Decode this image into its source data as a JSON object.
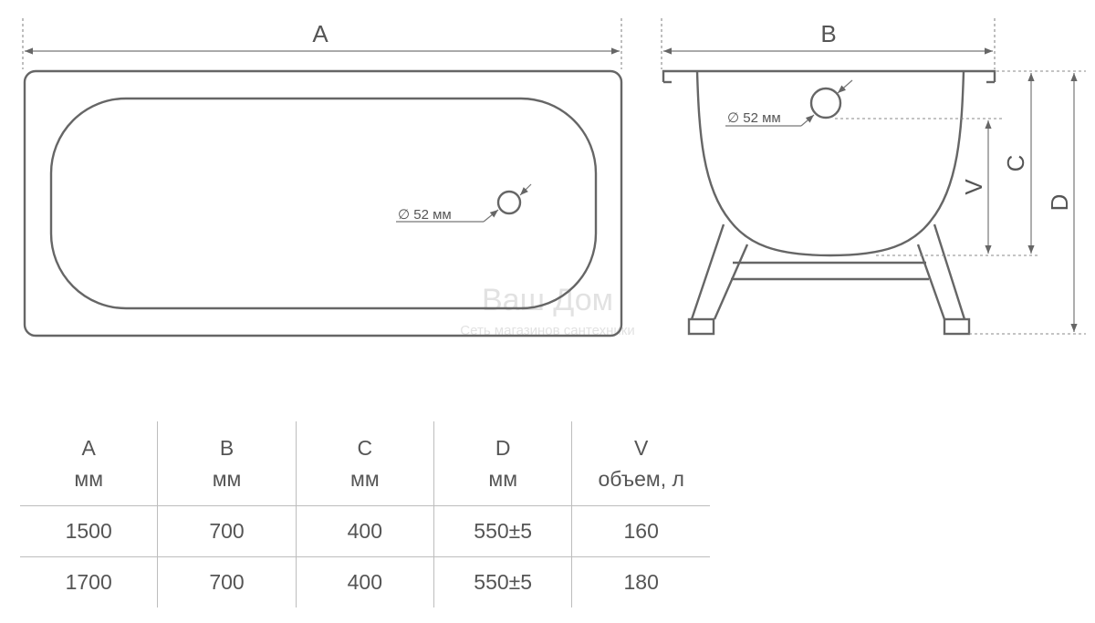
{
  "drawing": {
    "top_view": {
      "length_label": "A",
      "drain_label": "∅ 52 мм"
    },
    "side_view": {
      "width_label": "B",
      "drain_label": "∅ 52 мм",
      "dimension_labels": {
        "c": "C",
        "d": "D",
        "v": "V"
      }
    },
    "watermark": {
      "title": "Ваш Дом",
      "subtitle": "Сеть магазинов сантехники"
    }
  },
  "table": {
    "headers": [
      {
        "symbol": "A",
        "unit": "мм"
      },
      {
        "symbol": "B",
        "unit": "мм"
      },
      {
        "symbol": "C",
        "unit": "мм"
      },
      {
        "symbol": "D",
        "unit": "мм"
      },
      {
        "symbol": "V",
        "unit": "объем, л"
      }
    ],
    "rows": [
      [
        "1500",
        "700",
        "400",
        "550±5",
        "160"
      ],
      [
        "1700",
        "700",
        "400",
        "550±5",
        "180"
      ]
    ]
  }
}
